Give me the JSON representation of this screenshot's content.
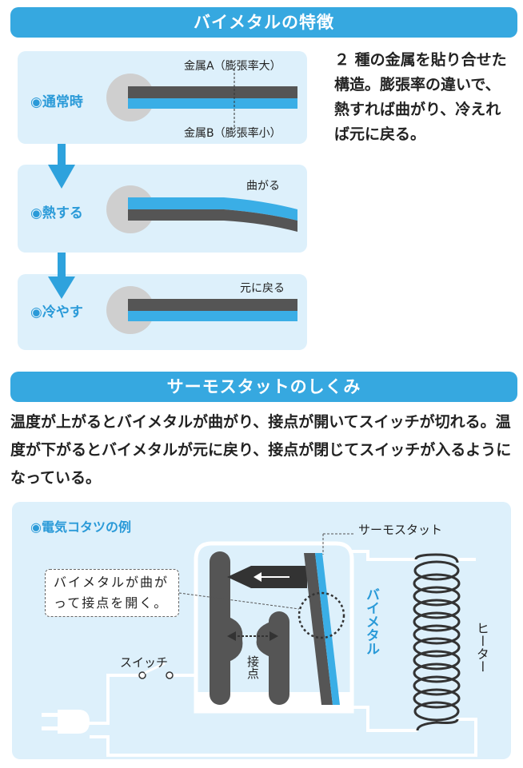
{
  "section1": {
    "title": "バイメタルの特徴",
    "states": [
      {
        "label": "◉通常時",
        "note": ""
      },
      {
        "label": "◉熱する",
        "note": "曲がる"
      },
      {
        "label": "◉冷やす",
        "note": "元に戻る"
      }
    ],
    "metal_a": "金属A（膨張率大）",
    "metal_b": "金属B（膨張率小）",
    "description": "２ 種の金属を貼り合せた構造。膨張率の違いで、熱すれば曲がり、冷えれば元に戻る。",
    "colors": {
      "metal_a": "#555555",
      "metal_b": "#3aaee6",
      "accent": "#36a8e0"
    }
  },
  "section2": {
    "title": "サーモスタットのしくみ",
    "intro": "温度が上がるとバイメタルが曲がり、接点が開いてスイッチが切れる。温度が下がるとバイメタルが元に戻り、接点が閉じてスイッチが入るようになっている。",
    "example_title": "◉電気コタツの例",
    "thermostat_label": "サーモスタット",
    "callout": "バイメタルが曲がって接点を開く。",
    "bimetal_label": "バイメタル",
    "contact_label": "接点",
    "switch_label": "スイッチ",
    "heater_label": "ヒーター",
    "icons": [
      "arrow-down-icon",
      "arrow-left-icon",
      "plug-icon",
      "coil-icon",
      "switch-icon"
    ]
  }
}
